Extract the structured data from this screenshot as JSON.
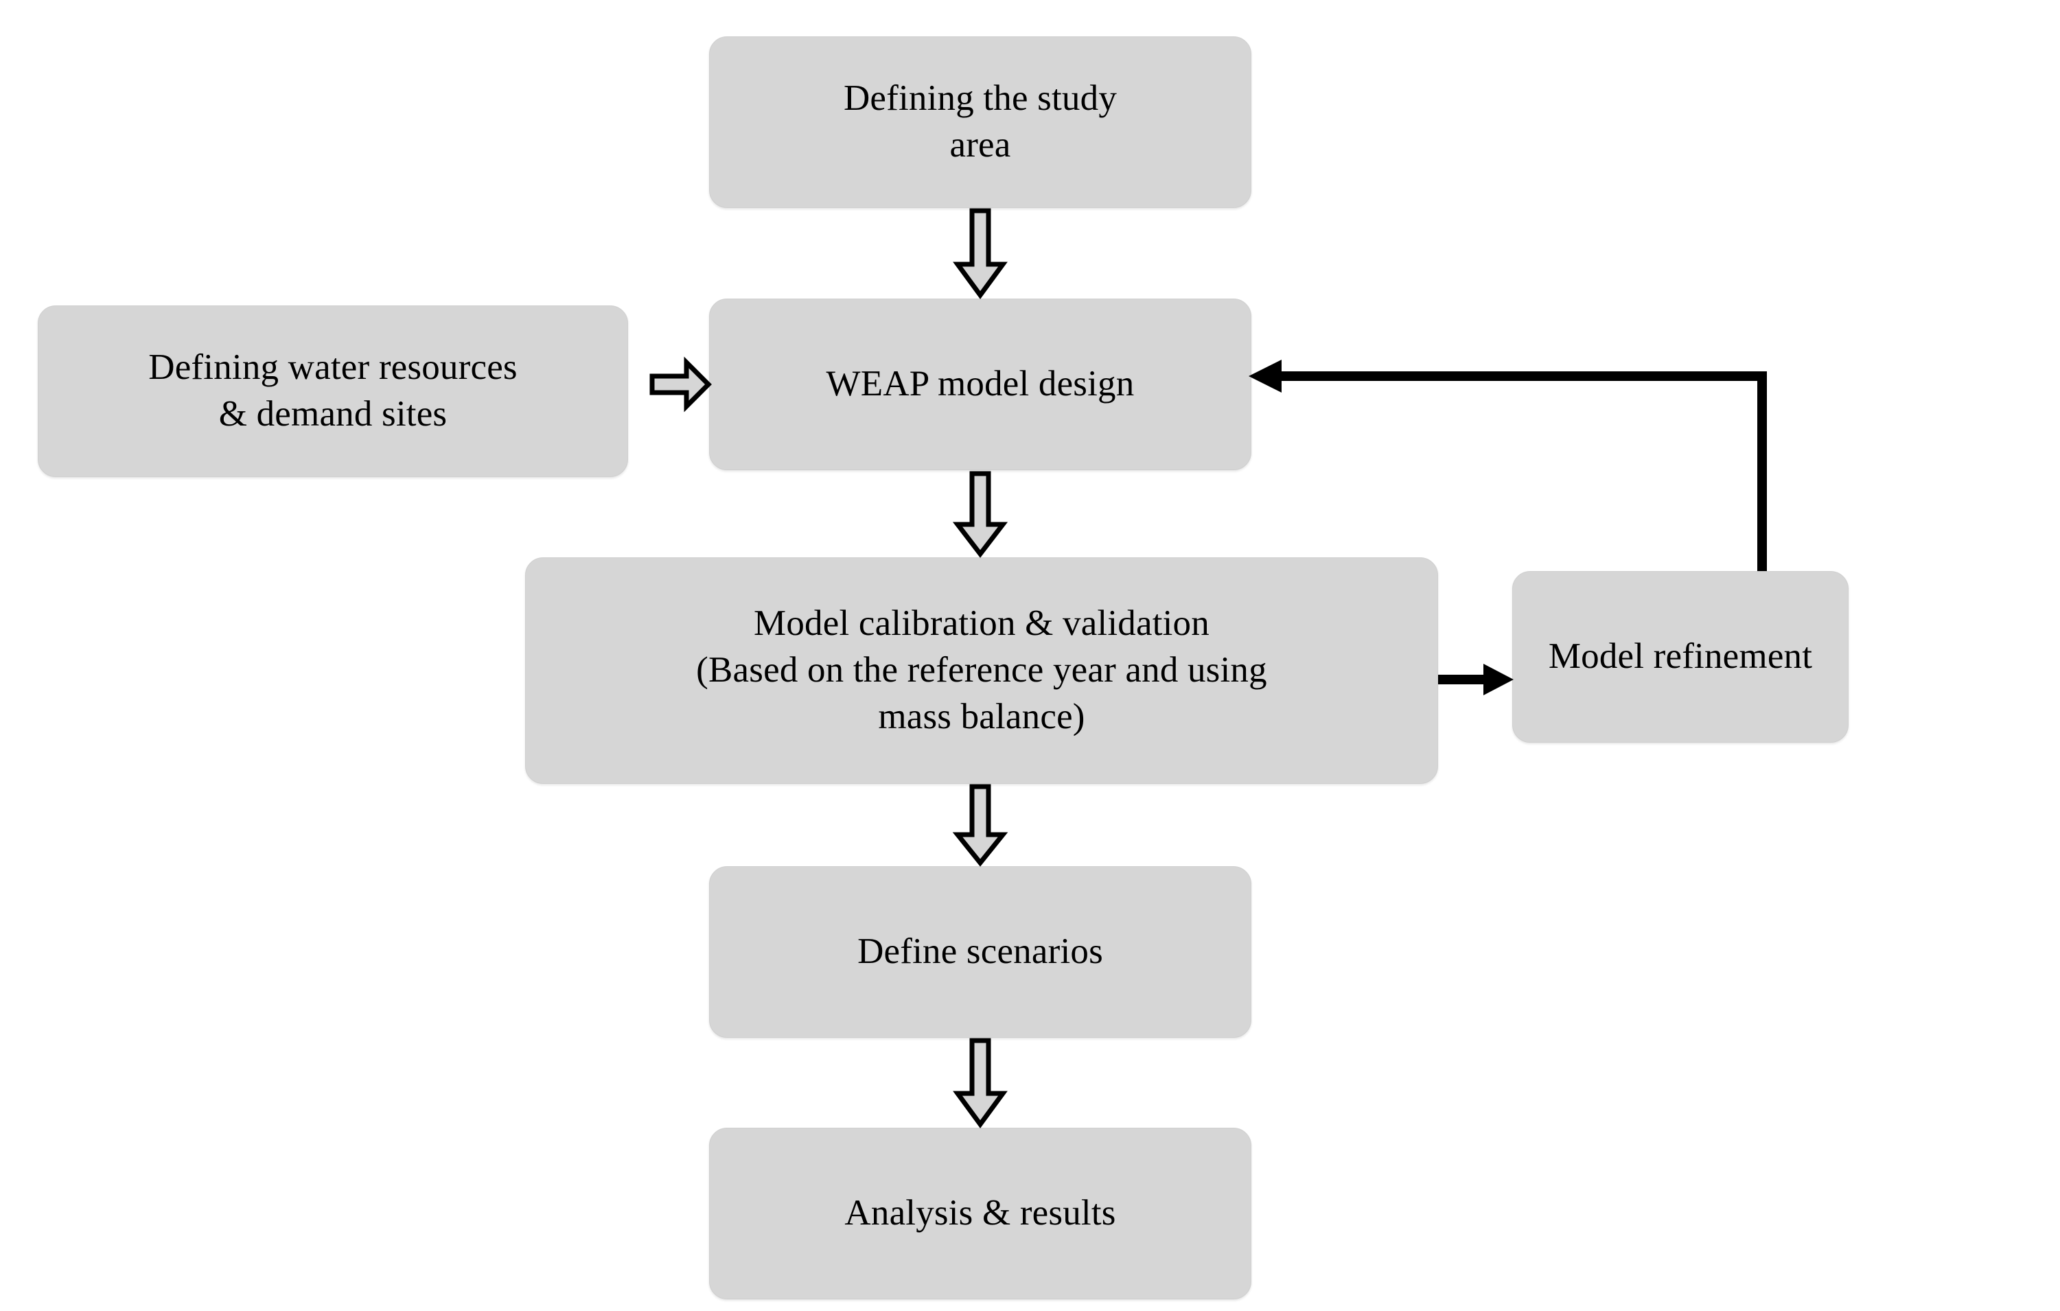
{
  "diagram": {
    "title": "WEAP modelling workflow flowchart",
    "colors": {
      "node_fill": "#d6d6d6",
      "node_border": "#cfcfcf",
      "connector_stroke": "#000000",
      "hollow_arrow_fill": "#d6d6d6",
      "background": "#ffffff"
    },
    "nodes": [
      {
        "id": "study",
        "label": "Defining the study\narea"
      },
      {
        "id": "resources",
        "label": "Defining water resources\n& demand sites"
      },
      {
        "id": "weap",
        "label": "WEAP model design"
      },
      {
        "id": "calibration",
        "label": "Model calibration & validation\n(Based on the reference year and using\nmass balance)"
      },
      {
        "id": "refinement",
        "label": "Model refinement"
      },
      {
        "id": "scenarios",
        "label": "Define scenarios"
      },
      {
        "id": "analysis",
        "label": "Analysis & results"
      }
    ],
    "connectors": [
      {
        "id": "study-weap",
        "from": "study",
        "to": "weap",
        "style": "hollow-block",
        "direction": "down"
      },
      {
        "id": "resources-weap",
        "from": "resources",
        "to": "weap",
        "style": "hollow-block",
        "direction": "right"
      },
      {
        "id": "weap-calibration",
        "from": "weap",
        "to": "calibration",
        "style": "hollow-block",
        "direction": "down"
      },
      {
        "id": "calibration-refinement",
        "from": "calibration",
        "to": "refinement",
        "style": "solid-line",
        "direction": "right"
      },
      {
        "id": "refinement-weap",
        "from": "refinement",
        "to": "weap",
        "style": "solid-line",
        "direction": "feedback-up-left"
      },
      {
        "id": "calibration-scenarios",
        "from": "calibration",
        "to": "scenarios",
        "style": "hollow-block",
        "direction": "down"
      },
      {
        "id": "scenarios-analysis",
        "from": "scenarios",
        "to": "analysis",
        "style": "hollow-block",
        "direction": "down"
      }
    ]
  }
}
